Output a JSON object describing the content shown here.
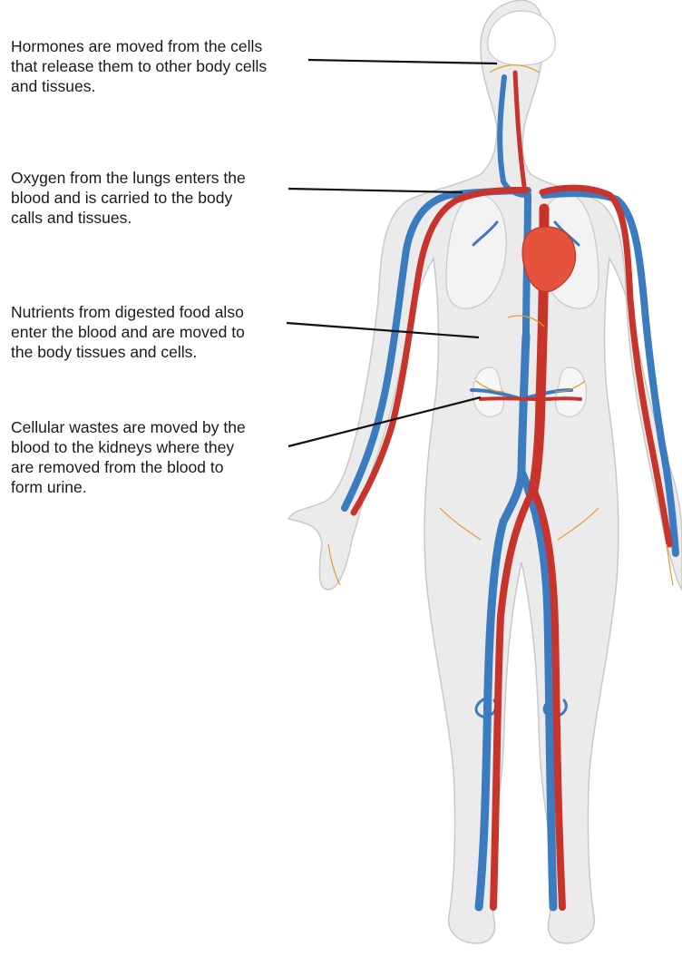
{
  "captions": {
    "hormones": {
      "lines": [
        "Hormones are moved from the cells",
        "that release them to other body cells",
        "and tissues."
      ]
    },
    "oxygen": {
      "lines": [
        "Oxygen from the lungs enters the",
        "blood and is carried to the body",
        "calls and tissues."
      ]
    },
    "nutrients": {
      "lines": [
        "Nutrients from digested food also",
        "enter the blood and are moved to",
        "the body tissues and cells."
      ]
    },
    "wastes": {
      "lines": [
        "Cellular wastes are moved by the",
        "blood to the kidneys where they",
        "are removed from the blood to",
        "form urine."
      ]
    }
  },
  "colors": {
    "artery": "#c8332b",
    "vein": "#3b7bbf",
    "body": "#ebebeb",
    "outline": "#c9c9c9",
    "heart": "#e5533d",
    "nerve": "#e89a2b",
    "leader": "#111111"
  }
}
